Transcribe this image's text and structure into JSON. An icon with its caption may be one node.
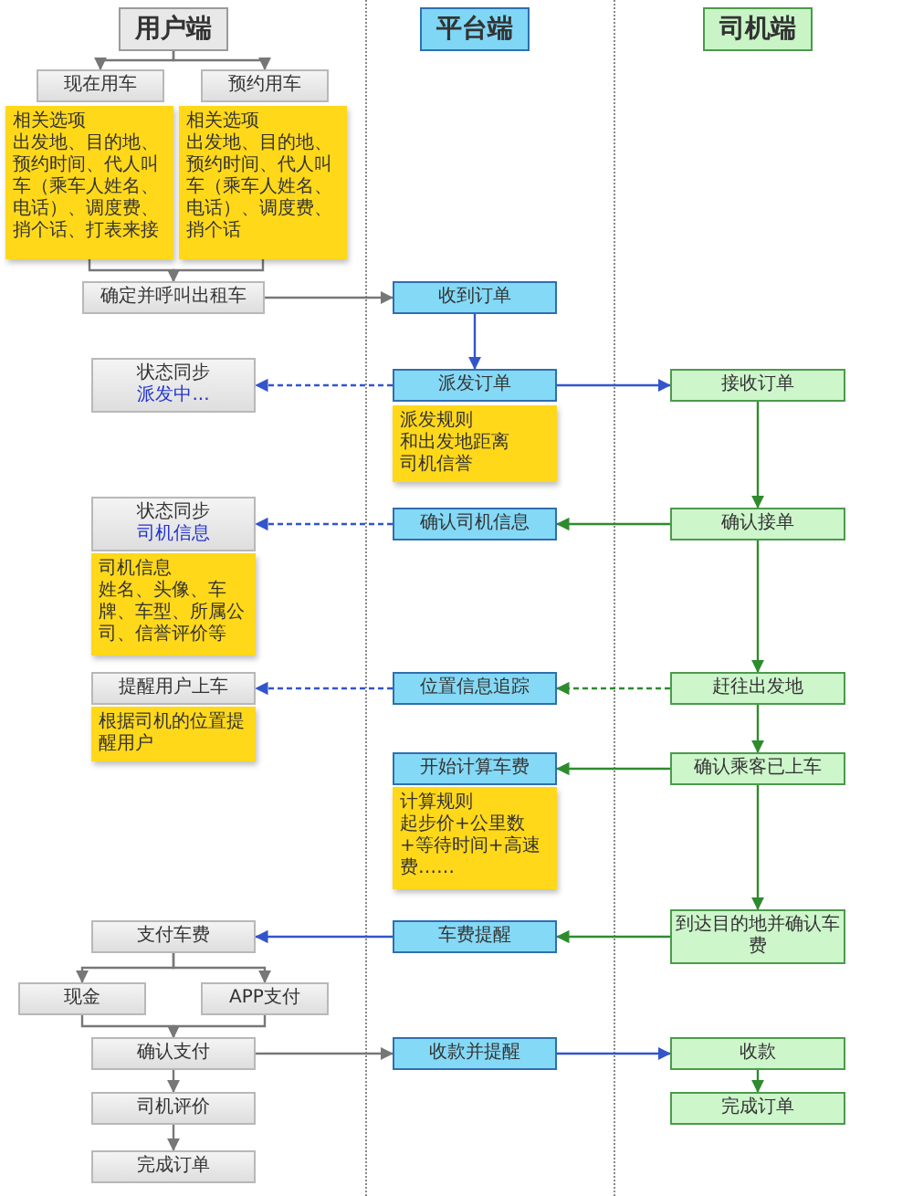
{
  "diagram": {
    "nodes": [
      {
        "text": [
          "用户端"
        ]
      },
      {
        "text": [
          "平台端"
        ]
      },
      {
        "text": [
          "司机端"
        ]
      },
      {
        "text": [
          "现在用车"
        ]
      },
      {
        "text": [
          "相关选项",
          "出发地、目的地、预约时间、代人叫车（乘车人姓名、电话）、调度费、捎个话、打表来接"
        ]
      },
      {
        "text": [
          "预约用车"
        ]
      },
      {
        "text": [
          "相关选项",
          "出发地、目的地、预约时间、代人叫车（乘车人姓名、电话）、调度费、捎个话"
        ]
      },
      {
        "text": [
          "确定并呼叫出租车"
        ]
      },
      {
        "text": [
          "收到订单"
        ]
      },
      {
        "text": [
          "状态同步",
          "派发中..."
        ]
      },
      {
        "text": [
          "派发订单"
        ]
      },
      {
        "text": [
          "派发规则",
          "和出发地距离",
          "司机信誉"
        ]
      },
      {
        "text": [
          "接收订单"
        ]
      },
      {
        "text": [
          "状态同步",
          "司机信息"
        ]
      },
      {
        "text": [
          "司机信息",
          "姓名、头像、车牌、车型、所属公司、信誉评价等"
        ]
      },
      {
        "text": [
          "确认司机信息"
        ]
      },
      {
        "text": [
          "确认接单"
        ]
      },
      {
        "text": [
          "提醒用户上车"
        ]
      },
      {
        "text": [
          "根据司机的位置提醒用户"
        ]
      },
      {
        "text": [
          "位置信息追踪"
        ]
      },
      {
        "text": [
          "赶往出发地"
        ]
      },
      {
        "text": [
          "开始计算车费"
        ]
      },
      {
        "text": [
          "计算规则",
          "起步价+公里数+等待时间+高速费……"
        ]
      },
      {
        "text": [
          "确认乘客已上车"
        ]
      },
      {
        "text": [
          "支付车费"
        ]
      },
      {
        "text": [
          "车费提醒"
        ]
      },
      {
        "text": [
          "到达目的地并确认车费"
        ]
      },
      {
        "text": [
          "现金"
        ]
      },
      {
        "text": [
          "APP支付"
        ]
      },
      {
        "text": [
          "确认支付"
        ]
      },
      {
        "text": [
          "收款并提醒"
        ]
      },
      {
        "text": [
          "收款"
        ]
      },
      {
        "text": [
          "完成订单"
        ]
      },
      {
        "text": [
          "司机评价"
        ]
      },
      {
        "text": [
          "完成订单"
        ]
      }
    ],
    "edges": [
      {
        "from": 0,
        "to": 3,
        "arrow": "to"
      },
      {
        "from": 0,
        "to": 5,
        "arrow": "to"
      },
      {
        "from": 4,
        "to": 7,
        "arrow": "to"
      },
      {
        "from": 6,
        "to": 7,
        "arrow": "to"
      },
      {
        "from": 7,
        "to": 8,
        "arrow": "to"
      },
      {
        "from": 8,
        "to": 10,
        "arrow": "to",
        "color": "#3355cc"
      },
      {
        "from": 10,
        "to": 9,
        "arrow": "to",
        "style": "dashed",
        "color": "#3355cc"
      },
      {
        "from": 10,
        "to": 12,
        "arrow": "to",
        "color": "#3355cc"
      },
      {
        "from": 12,
        "to": 16,
        "arrow": "to",
        "color": "#2e8b2e"
      },
      {
        "from": 16,
        "to": 15,
        "arrow": "to",
        "color": "#2e8b2e"
      },
      {
        "from": 15,
        "to": 13,
        "arrow": "to",
        "style": "dashed",
        "color": "#3355cc"
      },
      {
        "from": 16,
        "to": 20,
        "arrow": "to",
        "color": "#2e8b2e"
      },
      {
        "from": 20,
        "to": 19,
        "arrow": "to",
        "style": "dashed",
        "color": "#2e8b2e"
      },
      {
        "from": 19,
        "to": 17,
        "arrow": "to",
        "style": "dashed",
        "color": "#3355cc"
      },
      {
        "from": 20,
        "to": 23,
        "arrow": "to",
        "color": "#2e8b2e"
      },
      {
        "from": 23,
        "to": 21,
        "arrow": "to",
        "color": "#2e8b2e"
      },
      {
        "from": 23,
        "to": 26,
        "arrow": "to",
        "color": "#2e8b2e"
      },
      {
        "from": 26,
        "to": 25,
        "arrow": "to",
        "color": "#2e8b2e"
      },
      {
        "from": 25,
        "to": 24,
        "arrow": "to",
        "color": "#3355cc"
      },
      {
        "from": 24,
        "to": 27,
        "arrow": "to"
      },
      {
        "from": 24,
        "to": 28,
        "arrow": "to"
      },
      {
        "from": 27,
        "to": 29,
        "arrow": "to"
      },
      {
        "from": 28,
        "to": 29,
        "arrow": "to"
      },
      {
        "from": 29,
        "to": 30,
        "arrow": "to"
      },
      {
        "from": 30,
        "to": 31,
        "arrow": "to",
        "color": "#3355cc"
      },
      {
        "from": 31,
        "to": 32,
        "arrow": "to",
        "color": "#2e8b2e"
      },
      {
        "from": 29,
        "to": 33,
        "arrow": "to"
      },
      {
        "from": 33,
        "to": 34,
        "arrow": "to"
      }
    ]
  }
}
